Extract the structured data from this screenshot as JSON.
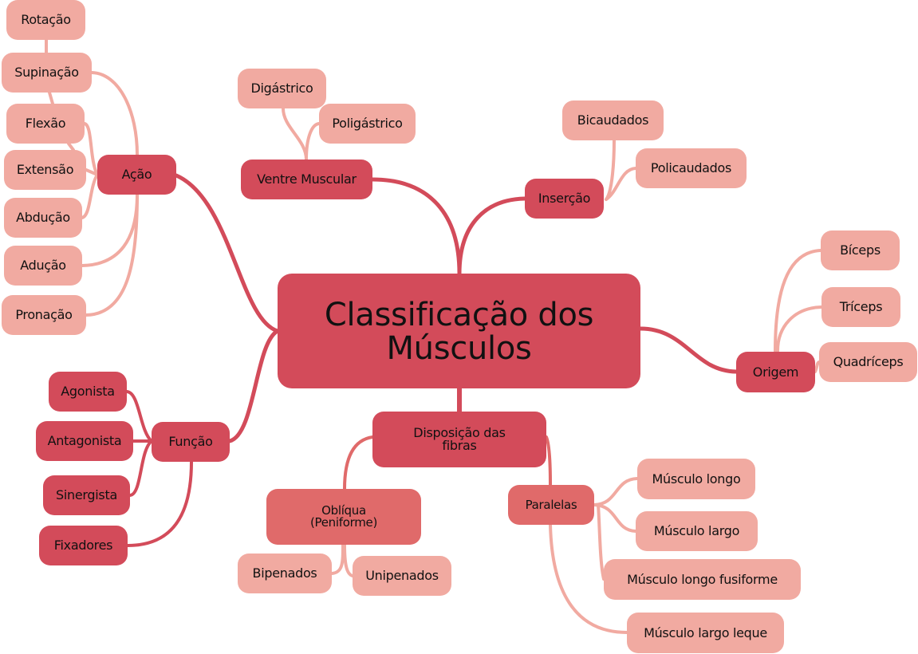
{
  "title": "Classificação dos Músculos",
  "colors": {
    "primary": "#d34b5a",
    "secondary": "#e06a6a",
    "leaf": "#f1aaa1",
    "text": "#111111"
  },
  "branches": {
    "acao": {
      "label": "Ação",
      "children": [
        "Rotação",
        "Supinação",
        "Flexão",
        "Extensão",
        "Abdução",
        "Adução",
        "Pronação"
      ]
    },
    "ventre": {
      "label": "Ventre Muscular",
      "children": [
        "Digástrico",
        "Poligástrico"
      ]
    },
    "insercao": {
      "label": "Inserção",
      "children": [
        "Bicaudados",
        "Policaudados"
      ]
    },
    "origem": {
      "label": "Origem",
      "children": [
        "Bíceps",
        "Tríceps",
        "Quadríceps"
      ]
    },
    "funcao": {
      "label": "Função",
      "children": [
        "Agonista",
        "Antagonista",
        "Sinergista",
        "Fixadores"
      ]
    },
    "disposicao": {
      "label": "Disposição das fibras",
      "obliqua": {
        "label": "Oblíqua (Peniforme)",
        "children": [
          "Bipenados",
          "Unipenados"
        ]
      },
      "paralelas": {
        "label": "Paralelas",
        "children": [
          "Músculo longo",
          "Músculo largo",
          "Músculo longo fusiforme",
          "Músculo largo leque"
        ]
      }
    }
  }
}
